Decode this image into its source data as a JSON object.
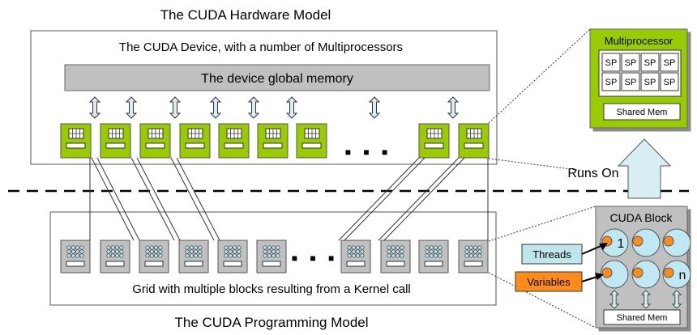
{
  "hardware": {
    "title": "The CUDA Hardware Model",
    "device_label": "The CUDA Device, with a number of Multiprocessors",
    "global_memory_label": "The device global memory",
    "ellipsis": "■ ■ ■"
  },
  "programming": {
    "title": "The CUDA Programming Model",
    "grid_label": "Grid with multiple blocks resulting from a Kernel call",
    "ellipsis": "■ ■ ■"
  },
  "multiprocessor": {
    "title": "Multiprocessor",
    "sp_label": "SP",
    "shared_mem_label": "Shared Mem"
  },
  "runs_on_label": "Runs On",
  "cuda_block": {
    "title": "CUDA Block",
    "thread_first": "1",
    "thread_last": "n",
    "shared_mem_label": "Shared Mem",
    "threads_callout": "Threads",
    "variables_callout": "Variables"
  },
  "colors": {
    "mp_green": "#99cc00",
    "panel_gray": "#c0c0c0",
    "callout_cyan": "#bfe6ea",
    "callout_orange": "#ff8c1a",
    "thread_circle": "#bfe8f2",
    "arrow_fill": "#d8eef2"
  }
}
